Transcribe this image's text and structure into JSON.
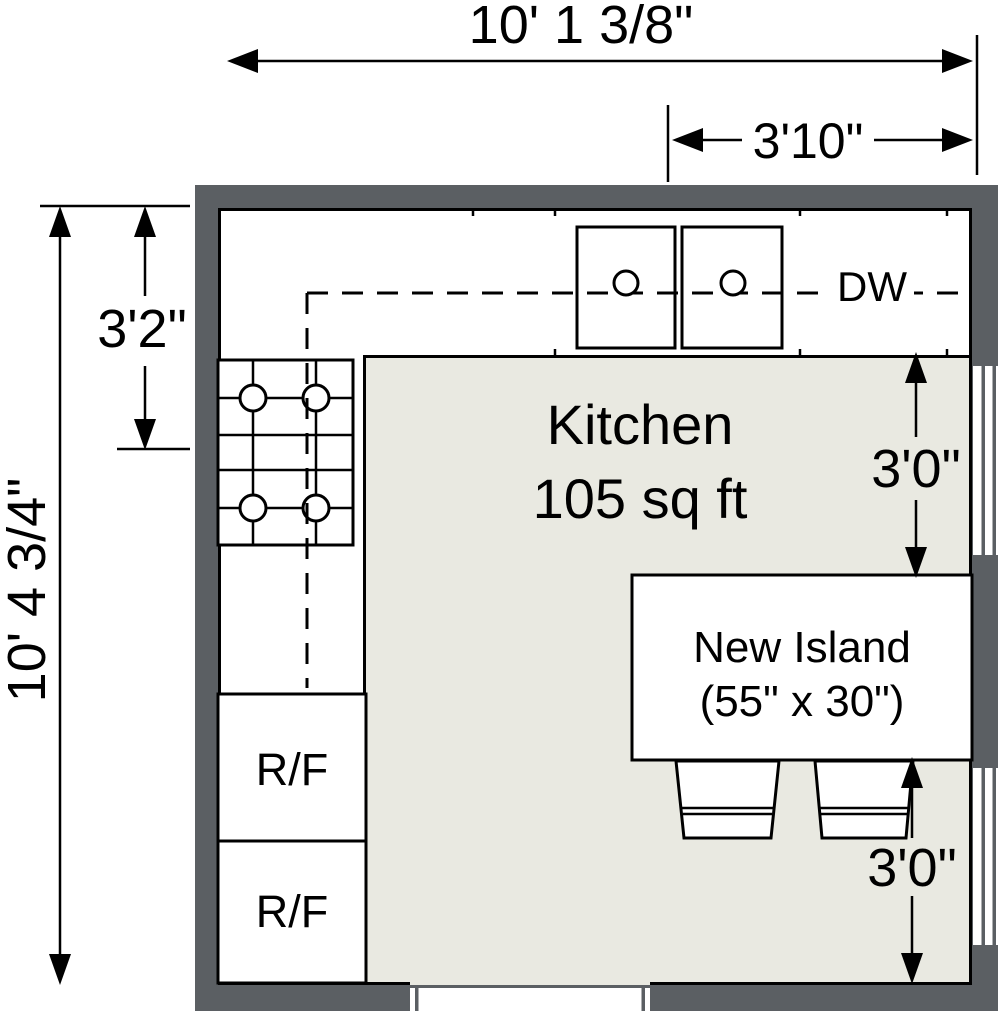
{
  "colors": {
    "wall": "#5b5f63",
    "floor": "#e9e9e1",
    "line": "#000000"
  },
  "room_label": {
    "line1": "Kitchen",
    "line2": "105 sq ft"
  },
  "island_label": {
    "line1": "New Island",
    "line2": "(55\" x 30\")"
  },
  "appliances": {
    "dishwasher": "DW",
    "fridge_upper": "R/F",
    "fridge_lower": "R/F"
  },
  "dimensions": {
    "overall_width": "10' 1 3/8\"",
    "right_section_width": "3'10\"",
    "left_upper_height": "3'2\"",
    "overall_height": "10' 4 3/4\"",
    "counter_to_island": "3'0\"",
    "island_to_wall": "3'0\""
  }
}
